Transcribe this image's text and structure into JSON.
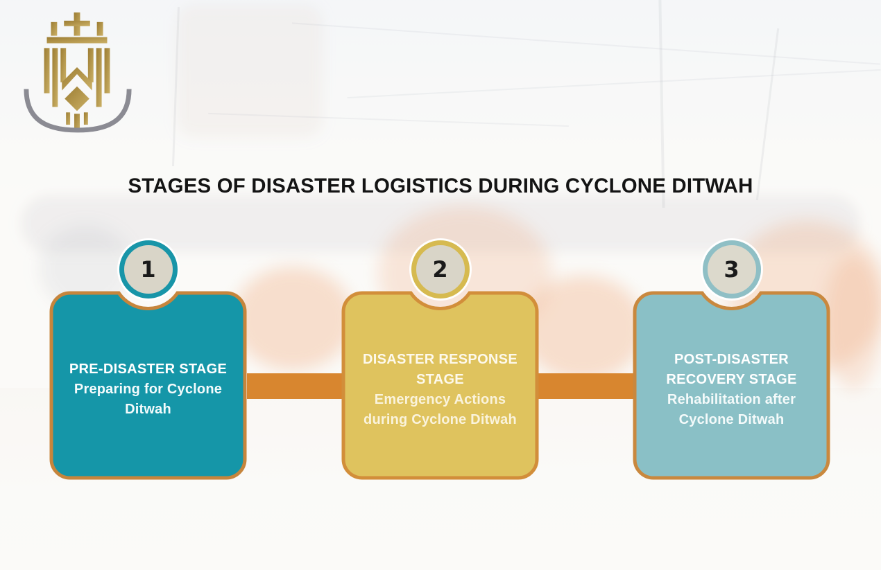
{
  "header": {
    "title": "STAGES OF DISASTER LOGISTICS DURING CYCLONE DITWAH"
  },
  "logo": {
    "description": "gold crest monogram with gray arc",
    "gold_color": "#B3924A",
    "arc_color": "#8B8B93"
  },
  "background": {
    "description": "faded flood-scene photo wash",
    "base_color": "#FAF9F6"
  },
  "diagram": {
    "connector_color": "#D8862F",
    "number_color": "#1A1A1A",
    "stages": [
      {
        "number": "1",
        "heading": "PRE-DISASTER STAGE",
        "subheading": "Preparing for Cyclone Ditwah",
        "card_color": "#1596A8",
        "border_color": "#C6853C",
        "ring_color": "#1895A8",
        "circle_fill": "#D9D5C8",
        "heading_color": "#FFFFFF",
        "body_color": "#F4FBFC"
      },
      {
        "number": "2",
        "heading": "DISASTER RESPONSE STAGE",
        "subheading": "Emergency Actions during Cyclone Ditwah",
        "card_color": "#DFC35E",
        "border_color": "#D28E3A",
        "ring_color": "#D6BA50",
        "circle_fill": "#D9D5C8",
        "heading_color": "#FDF9EC",
        "body_color": "#FAF3DC"
      },
      {
        "number": "3",
        "heading": "POST-DISASTER RECOVERY STAGE",
        "subheading": "Rehabilitation after Cyclone Ditwah",
        "card_color": "#8AC0C6",
        "border_color": "#C9883E",
        "ring_color": "#8FBFC5",
        "circle_fill": "#DCD9CC",
        "heading_color": "#FFFFFF",
        "body_color": "#F4FAFA"
      }
    ]
  }
}
